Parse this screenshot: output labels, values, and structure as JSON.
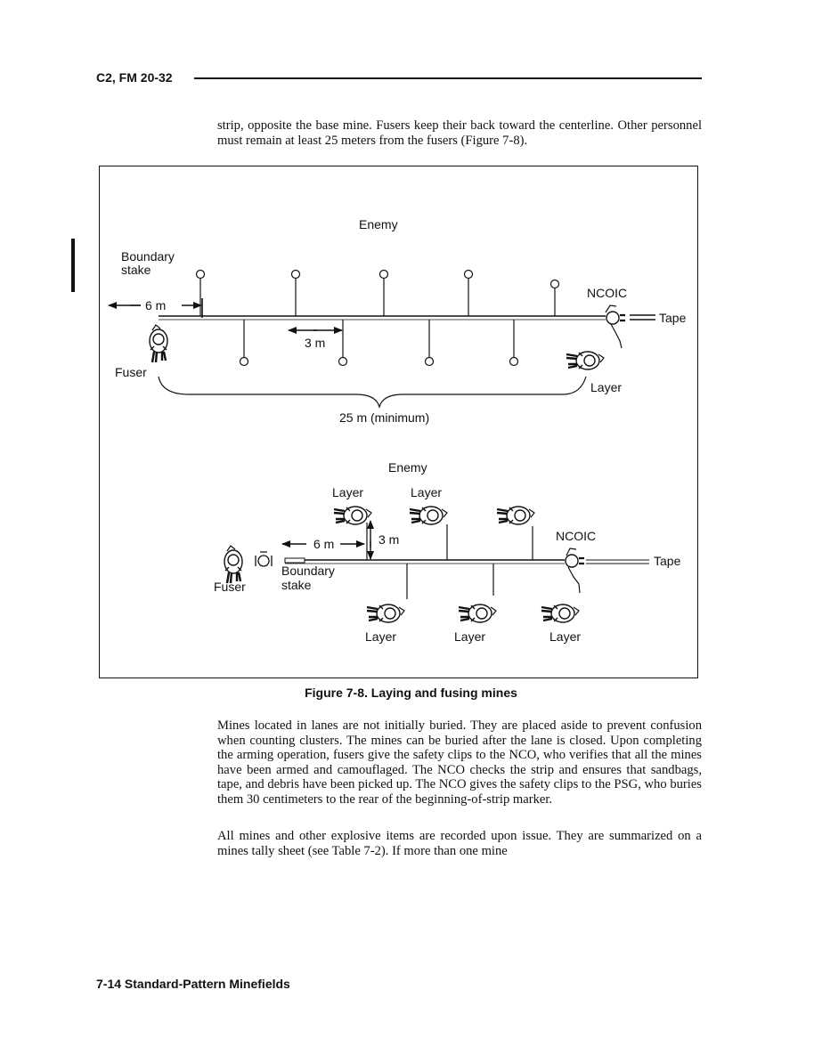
{
  "header": {
    "title": "C2, FM 20-32"
  },
  "paragraphs": {
    "p1": "strip, opposite the base mine. Fusers keep their back toward the centerline. Other personnel must remain at least 25 meters from the fusers (Figure 7-8).",
    "p2": "Mines located in lanes are not initially buried. They are placed aside to prevent confusion when counting clusters. The mines can be buried after the lane is closed. Upon completing the arming operation, fusers give the safety clips to the NCO, who verifies that all the mines have been armed and camouflaged. The NCO checks the strip and ensures that sandbags, tape, and debris have been picked up. The NCO gives the safety clips to the PSG, who buries them 30 centimeters to the rear of the beginning-of-strip marker.",
    "p3": "All mines and other explosive items are recorded upon issue. They are summarized on a mines tally sheet (see Table 7-2). If more than one mine"
  },
  "figure": {
    "top": {
      "enemy": "Enemy",
      "boundary_stake_1": "Boundary",
      "boundary_stake_2": "stake",
      "dist_6m": "6 m",
      "dist_3m": "3 m",
      "ncoic": "NCOIC",
      "tape": "Tape",
      "fuser": "Fuser",
      "layer": "Layer",
      "dist_25m": "25 m (minimum)"
    },
    "bottom": {
      "enemy": "Enemy",
      "layer_1": "Layer",
      "layer_2": "Layer",
      "dist_3m": "3 m",
      "dist_6m": "6 m",
      "ncoic": "NCOIC",
      "tape": "Tape",
      "boundary_1": "Boundary",
      "boundary_2": "stake",
      "fuser": "Fuser",
      "layer_3": "Layer",
      "layer_4": "Layer",
      "layer_5": "Layer"
    },
    "caption": "Figure 7-8. Laying and fusing mines"
  },
  "footer": {
    "text": "7-14  Standard-Pattern Minefields"
  }
}
